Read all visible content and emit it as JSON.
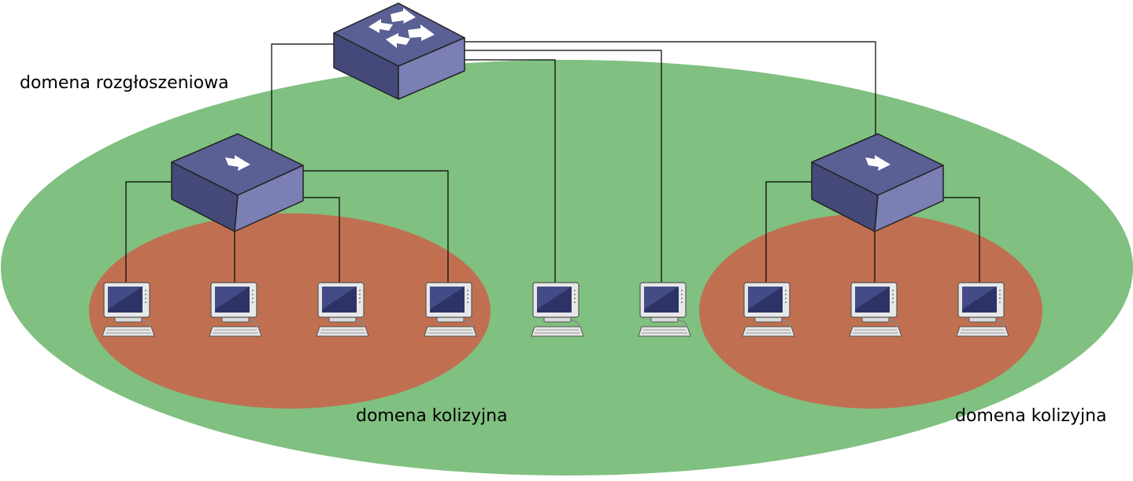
{
  "labels": {
    "broadcast": "domena rozgłoszeniowa",
    "collision_left": "domena kolizyjna",
    "collision_right": "domena kolizyjna"
  },
  "colors": {
    "broadcast_domain": "#80c080",
    "collision_domain": "#c07050",
    "device_top": "#5a5f94",
    "device_front": "#44497a",
    "device_side": "#7b7fb4",
    "cable": "#000000"
  },
  "devices": {
    "router": {
      "kind": "router",
      "icon": "router-icon"
    },
    "switch_left": {
      "kind": "switch",
      "icon": "switch-icon"
    },
    "switch_right": {
      "kind": "switch",
      "icon": "switch-icon"
    },
    "computers": [
      {
        "id": "pc-1",
        "uplink": "switch_left"
      },
      {
        "id": "pc-2",
        "uplink": "switch_left"
      },
      {
        "id": "pc-3",
        "uplink": "switch_left"
      },
      {
        "id": "pc-4",
        "uplink": "switch_left"
      },
      {
        "id": "pc-5",
        "uplink": "router"
      },
      {
        "id": "pc-6",
        "uplink": "router"
      },
      {
        "id": "pc-7",
        "uplink": "switch_right"
      },
      {
        "id": "pc-8",
        "uplink": "switch_right"
      },
      {
        "id": "pc-9",
        "uplink": "switch_right"
      }
    ]
  }
}
